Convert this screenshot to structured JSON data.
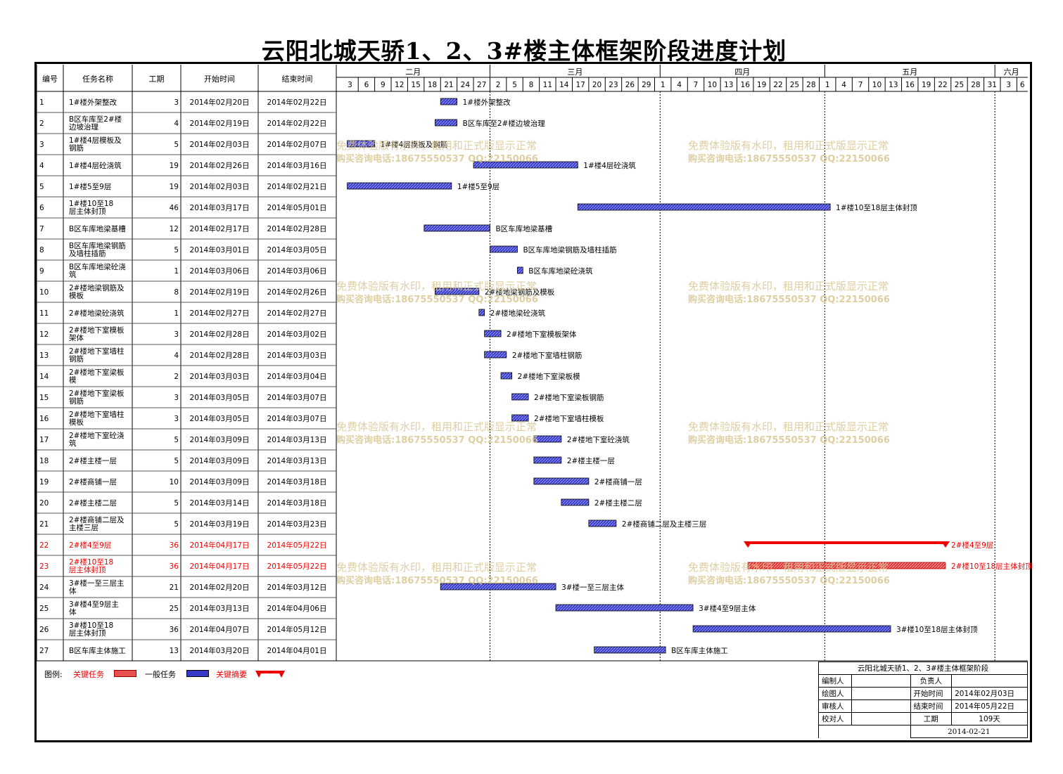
{
  "title": "云阳北城天骄1、2、3#楼主体框架阶段进度计划",
  "headers": {
    "id": "编号",
    "name": "任务名称",
    "dur": "工期",
    "start": "开始时间",
    "end": "结束时间"
  },
  "months": [
    {
      "label": "二月",
      "day": 1
    },
    {
      "label": "三月",
      "day": 29
    },
    {
      "label": "四月",
      "day": 60
    },
    {
      "label": "五月",
      "day": 90
    },
    {
      "label": "六月",
      "day": 121
    }
  ],
  "day_ticks": [
    "3",
    "6",
    "9",
    "12",
    "15",
    "18",
    "21",
    "24",
    "27",
    "2",
    "5",
    "8",
    "11",
    "14",
    "17",
    "20",
    "23",
    "26",
    "29",
    "1",
    "4",
    "7",
    "10",
    "13",
    "16",
    "19",
    "22",
    "25",
    "28",
    "1",
    "4",
    "7",
    "10",
    "13",
    "16",
    "19",
    "22",
    "25",
    "28",
    "31",
    "3",
    "6"
  ],
  "watermark": {
    "line1": "免费体验版有水印，租用和正式版显示正常",
    "line2": "购买咨询电话:18675550537 QQ:22150066"
  },
  "tasks": [
    {
      "id": "1",
      "name": "1#楼外架整改",
      "dur": "3",
      "start": "2014年02月20日",
      "end": "2014年02月22日",
      "s": 20,
      "e": 22,
      "type": "normal"
    },
    {
      "id": "2",
      "name": "B区车库至2#楼边坡治理",
      "dur": "4",
      "start": "2014年02月19日",
      "end": "2014年02月22日",
      "s": 19,
      "e": 22,
      "type": "normal"
    },
    {
      "id": "3",
      "name": "1#楼4层模板及钢筋",
      "dur": "5",
      "start": "2014年02月03日",
      "end": "2014年02月07日",
      "s": 3,
      "e": 7,
      "type": "normal"
    },
    {
      "id": "4",
      "name": "1#楼4层砼浇筑",
      "dur": "19",
      "start": "2014年02月26日",
      "end": "2014年03月16日",
      "s": 26,
      "e": 44,
      "type": "normal"
    },
    {
      "id": "5",
      "name": "1#楼5至9层",
      "dur": "19",
      "start": "2014年02月03日",
      "end": "2014年02月21日",
      "s": 3,
      "e": 21,
      "type": "normal"
    },
    {
      "id": "6",
      "name": "1#楼10至18层主体封顶",
      "dur": "46",
      "start": "2014年03月17日",
      "end": "2014年05月01日",
      "s": 45,
      "e": 90,
      "type": "normal"
    },
    {
      "id": "7",
      "name": "B区车库地梁基槽",
      "dur": "12",
      "start": "2014年02月17日",
      "end": "2014年02月28日",
      "s": 17,
      "e": 28,
      "type": "normal"
    },
    {
      "id": "8",
      "name": "B区车库地梁钢筋及墙柱插筋",
      "dur": "5",
      "start": "2014年03月01日",
      "end": "2014年03月05日",
      "s": 29,
      "e": 33,
      "type": "normal"
    },
    {
      "id": "9",
      "name": "B区车库地梁砼浇筑",
      "dur": "1",
      "start": "2014年03月06日",
      "end": "2014年03月06日",
      "s": 34,
      "e": 34,
      "type": "normal"
    },
    {
      "id": "10",
      "name": "2#楼地梁钢筋及模板",
      "dur": "8",
      "start": "2014年02月19日",
      "end": "2014年02月26日",
      "s": 19,
      "e": 26,
      "type": "normal"
    },
    {
      "id": "11",
      "name": "2#楼地梁砼浇筑",
      "dur": "1",
      "start": "2014年02月27日",
      "end": "2014年02月27日",
      "s": 27,
      "e": 27,
      "type": "normal"
    },
    {
      "id": "12",
      "name": "2#楼地下室模板架体",
      "dur": "3",
      "start": "2014年02月28日",
      "end": "2014年03月02日",
      "s": 28,
      "e": 30,
      "type": "normal"
    },
    {
      "id": "13",
      "name": "2#楼地下室墙柱钢筋",
      "dur": "4",
      "start": "2014年02月28日",
      "end": "2014年03月03日",
      "s": 28,
      "e": 31,
      "type": "normal"
    },
    {
      "id": "14",
      "name": "2#楼地下室梁板模",
      "dur": "2",
      "start": "2014年03月03日",
      "end": "2014年03月04日",
      "s": 31,
      "e": 32,
      "type": "normal"
    },
    {
      "id": "15",
      "name": "2#楼地下室梁板钢筋",
      "dur": "3",
      "start": "2014年03月05日",
      "end": "2014年03月07日",
      "s": 33,
      "e": 35,
      "type": "normal"
    },
    {
      "id": "16",
      "name": "2#楼地下室墙柱模板",
      "dur": "3",
      "start": "2014年03月05日",
      "end": "2014年03月07日",
      "s": 33,
      "e": 35,
      "type": "normal"
    },
    {
      "id": "17",
      "name": "2#楼地下室砼浇筑",
      "dur": "5",
      "start": "2014年03月09日",
      "end": "2014年03月13日",
      "s": 37,
      "e": 41,
      "type": "normal"
    },
    {
      "id": "18",
      "name": "2#楼主楼一层",
      "dur": "5",
      "start": "2014年03月09日",
      "end": "2014年03月13日",
      "s": 37,
      "e": 41,
      "type": "normal"
    },
    {
      "id": "19",
      "name": "2#楼商铺一层",
      "dur": "10",
      "start": "2014年03月09日",
      "end": "2014年03月18日",
      "s": 37,
      "e": 46,
      "type": "normal"
    },
    {
      "id": "20",
      "name": "2#楼主楼二层",
      "dur": "5",
      "start": "2014年03月14日",
      "end": "2014年03月18日",
      "s": 42,
      "e": 46,
      "type": "normal"
    },
    {
      "id": "21",
      "name": "2#楼商铺二层及主楼三层",
      "dur": "5",
      "start": "2014年03月19日",
      "end": "2014年03月23日",
      "s": 47,
      "e": 51,
      "type": "normal"
    },
    {
      "id": "22",
      "name": "2#楼4至9层",
      "dur": "36",
      "start": "2014年04月17日",
      "end": "2014年05月22日",
      "s": 76,
      "e": 111,
      "type": "summary"
    },
    {
      "id": "23",
      "name": "2#楼10至18层主体封顶",
      "dur": "36",
      "start": "2014年04月17日",
      "end": "2014年05月22日",
      "s": 76,
      "e": 111,
      "type": "critical"
    },
    {
      "id": "24",
      "name": "3#楼一至三层主体",
      "dur": "21",
      "start": "2014年02月20日",
      "end": "2014年03月12日",
      "s": 20,
      "e": 40,
      "type": "normal"
    },
    {
      "id": "25",
      "name": "3#楼4至9层主体",
      "dur": "25",
      "start": "2014年03月13日",
      "end": "2014年04月06日",
      "s": 41,
      "e": 65,
      "type": "normal"
    },
    {
      "id": "26",
      "name": "3#楼10至18层主体封顶",
      "dur": "36",
      "start": "2014年04月07日",
      "end": "2014年05月12日",
      "s": 66,
      "e": 101,
      "type": "normal"
    },
    {
      "id": "27",
      "name": "B区车库主体施工",
      "dur": "13",
      "start": "2014年03月20日",
      "end": "2014年04月01日",
      "s": 48,
      "e": 60,
      "type": "normal"
    }
  ],
  "legend": {
    "prefix": "图例:",
    "critical": "关键任务",
    "normal": "一般任务",
    "summary": "关键摘要"
  },
  "info": {
    "title": "云阳北城天骄1、2、3#楼主体框架阶段",
    "editor_label": "编制人",
    "editor": "",
    "drawer_label": "绘图人",
    "drawer": "",
    "reviewer_label": "审核人",
    "reviewer": "",
    "checker_label": "校对人",
    "checker": "",
    "owner_label": "负责人",
    "owner": "",
    "start_label": "开始时间",
    "start": "2014年02月03日",
    "end_label": "结束时间",
    "end": "2014年05月22日",
    "dur_label": "工期",
    "dur": "109天",
    "date": "2014-02-21"
  },
  "colors": {
    "normal": "#3838c8",
    "critical": "#e83030",
    "summary": "#ee0000",
    "watermark": "#d8c690"
  }
}
